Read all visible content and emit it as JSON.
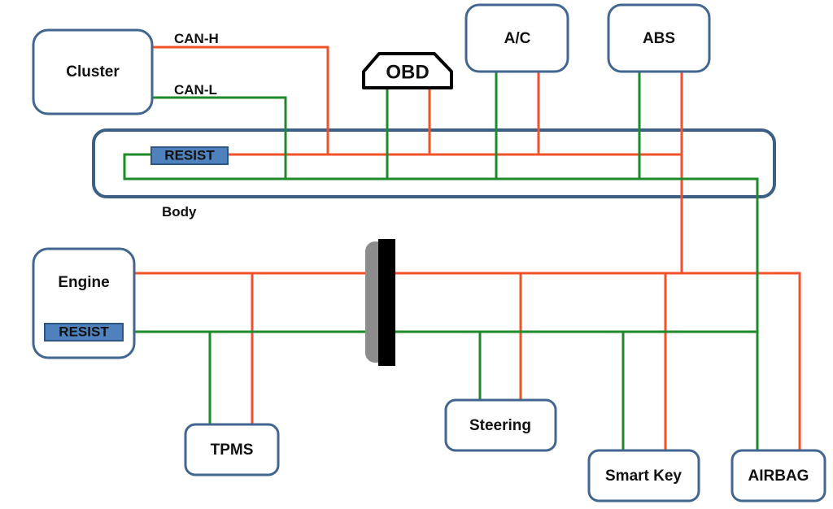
{
  "colors": {
    "can_h": "#f0522a",
    "can_l": "#1e8a2a",
    "box_stroke": "#42668f",
    "resist_fill": "#4f81bd",
    "body_outline": "#3d5f86",
    "connector_gray": "#8c8c8c",
    "connector_black": "#000000"
  },
  "labels": {
    "can_h": "CAN-H",
    "can_l": "CAN-L",
    "body": "Body"
  },
  "nodes": {
    "cluster": "Cluster",
    "obd": "OBD",
    "ac": "A/C",
    "abs": "ABS",
    "engine": "Engine",
    "tpms": "TPMS",
    "steering": "Steering",
    "smart_key": "Smart Key",
    "airbag": "AIRBAG"
  },
  "resistors": {
    "body": "RESIST",
    "engine": "RESIST"
  },
  "icons": {
    "obd_port": "obd-connector-icon",
    "joint_connector": "joint-connector-icon"
  }
}
